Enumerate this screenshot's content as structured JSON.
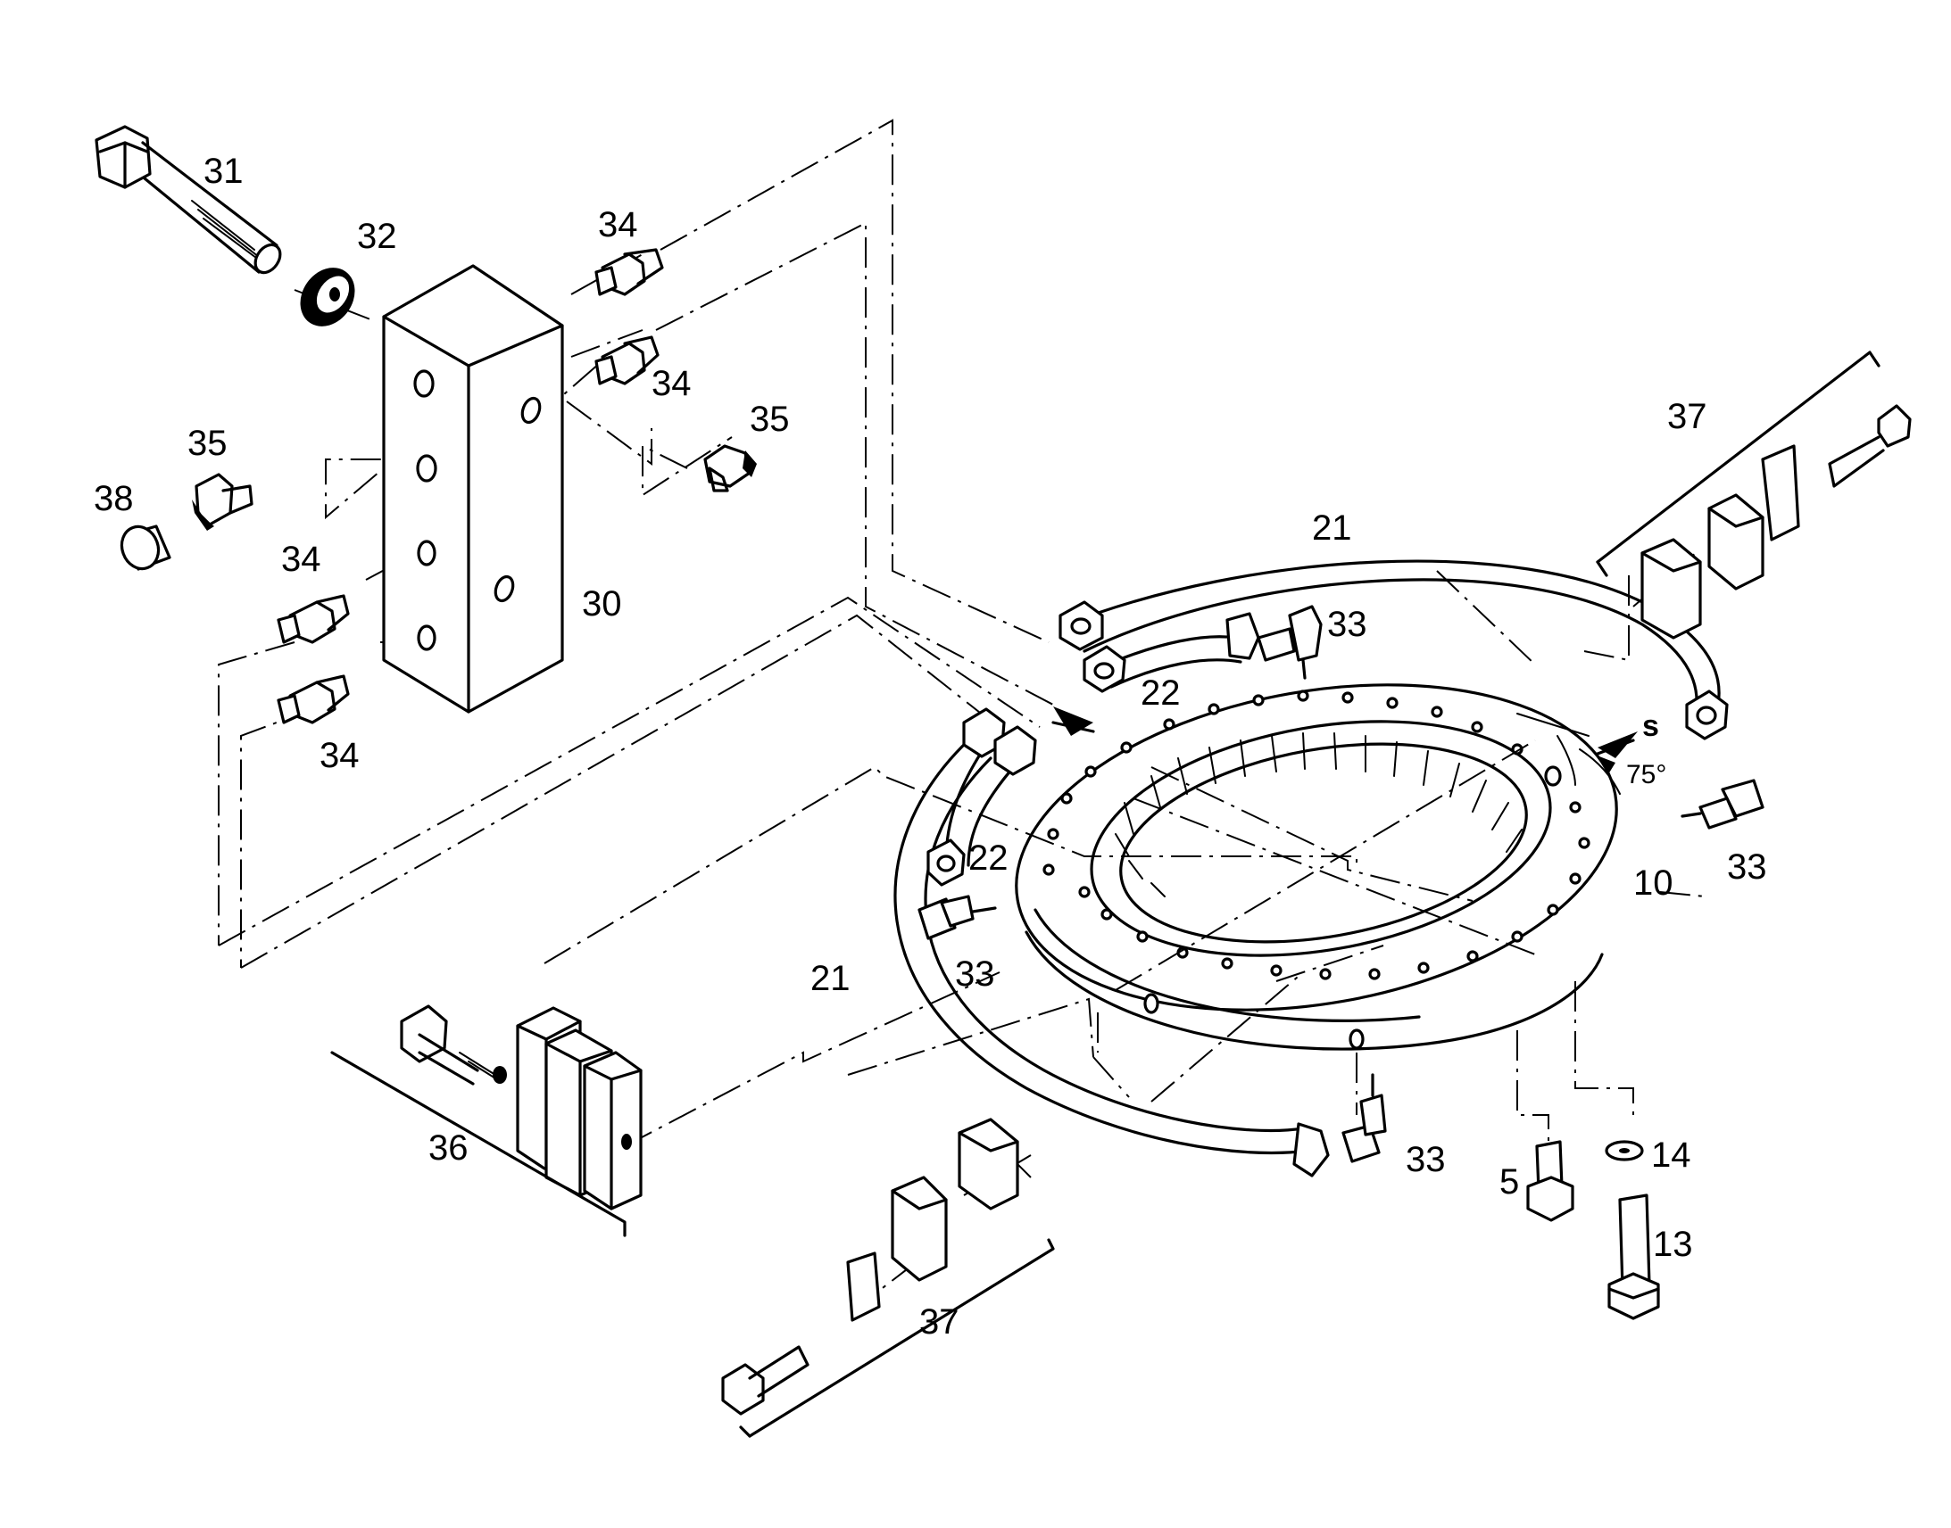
{
  "labels": {
    "p5": "5",
    "p10": "10",
    "p13": "13",
    "p14": "14",
    "p21a": "21",
    "p21b": "21",
    "p22a": "22",
    "p22b": "22",
    "p30": "30",
    "p31": "31",
    "p32": "32",
    "p33a": "33",
    "p33b": "33",
    "p33c": "33",
    "p33d": "33",
    "p34a": "34",
    "p34b": "34",
    "p34c": "34",
    "p34d": "34",
    "p35a": "35",
    "p35b": "35",
    "p36": "36",
    "p37a": "37",
    "p37b": "37",
    "p38": "38",
    "s_mark": "s",
    "angle": "75°"
  }
}
